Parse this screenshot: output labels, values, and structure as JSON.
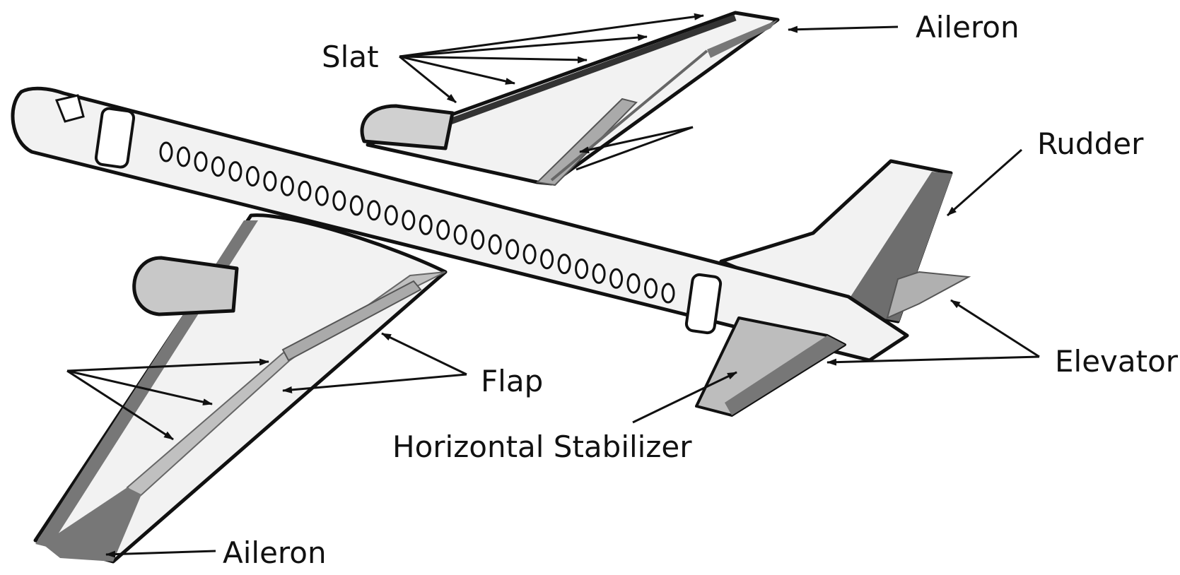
{
  "labels": {
    "slat": "Slat",
    "aileron_top": "Aileron",
    "rudder": "Rudder",
    "elevator": "Elevator",
    "flap": "Flap",
    "horizontal_stabilizer": "Horizontal Stabilizer",
    "aileron_bottom": "Aileron"
  },
  "colors": {
    "outline": "#111111",
    "body_fill": "#f2f2f2",
    "surface_dark": "#6e6e6e",
    "surface_mid": "#a9a9a9",
    "surface_light": "#d3d3d3",
    "background": "#ffffff"
  }
}
